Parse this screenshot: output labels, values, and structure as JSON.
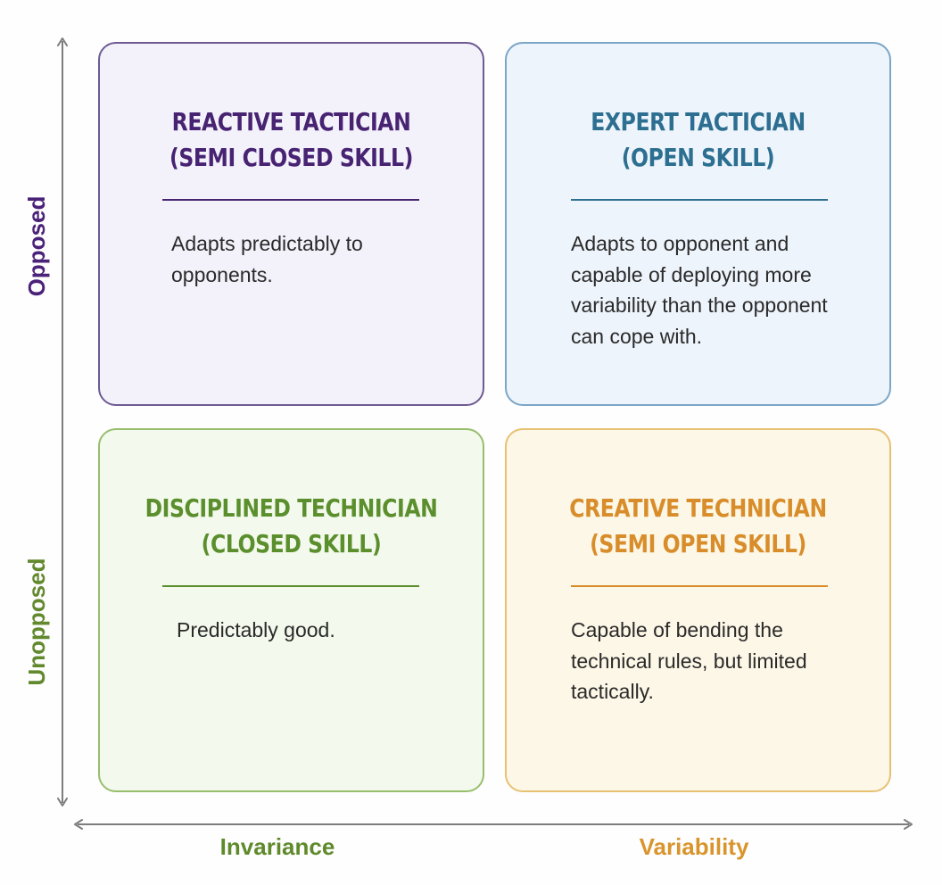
{
  "axes": {
    "y_top": "Opposed",
    "y_bottom": "Unopposed",
    "x_left": "Invariance",
    "x_right": "Variability"
  },
  "quadrants": {
    "top_left": {
      "title": "REACTIVE TACTICIAN\n(SEMI CLOSED SKILL)",
      "description": "Adapts predictably to\nopponents."
    },
    "top_right": {
      "title": "EXPERT TACTICIAN\n(OPEN SKILL)",
      "description": "Adapts to opponent and\ncapable of deploying more\nvariability than the opponent\ncan cope with."
    },
    "bottom_left": {
      "title": "DISCIPLINED TECHNICIAN\n(CLOSED SKILL)",
      "description": "Predictably good."
    },
    "bottom_right": {
      "title": "CREATIVE TECHNICIAN\n(SEMI OPEN SKILL)",
      "description": "Capable of bending the\ntechnical rules, but limited\ntactically."
    }
  },
  "colors": {
    "top_left": {
      "title": "#472372",
      "border": "#6f5a92",
      "fill": "#f3f2fb"
    },
    "top_right": {
      "title": "#2c6f90",
      "border": "#7ba6c8",
      "fill": "#eef4fb"
    },
    "bottom_left": {
      "title": "#5b8f2d",
      "border": "#97be6c",
      "fill": "#f3f9ec"
    },
    "bottom_right": {
      "title": "#d88d2a",
      "border": "#e7c173",
      "fill": "#fdf7e7"
    },
    "axis": "#7d7d7d"
  }
}
